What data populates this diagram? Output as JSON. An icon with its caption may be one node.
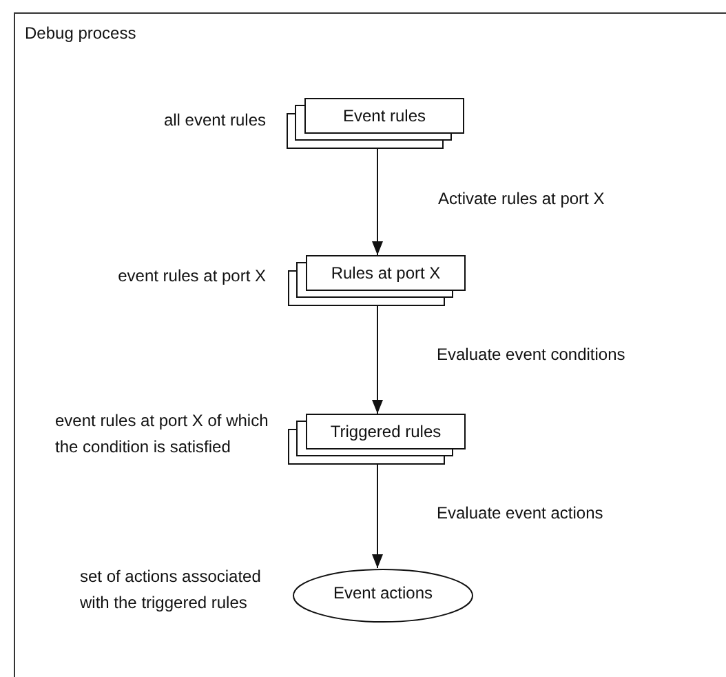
{
  "diagram": {
    "nodes": [
      {
        "text": [
          "Debug process"
        ]
      },
      {
        "text": [
          "Event rules"
        ],
        "in": 0,
        "beside": [
          "all event rules"
        ]
      },
      {
        "text": [
          "Rules at port X"
        ],
        "in": 0,
        "beside": [
          "event rules at port X"
        ]
      },
      {
        "text": [
          "Triggered rules"
        ],
        "in": 0,
        "beside": [
          "event rules at port X of which the condition is satisfied"
        ]
      },
      {
        "text": [
          "Event actions"
        ],
        "in": 0,
        "beside": [
          "set of actions associated with the triggered rules"
        ]
      }
    ],
    "edges": [
      {
        "from": 1,
        "to": 2,
        "arrow": "to",
        "label": "Activate rules at port X"
      },
      {
        "from": 2,
        "to": 3,
        "arrow": "to",
        "label": "Evaluate event conditions"
      },
      {
        "from": 3,
        "to": 4,
        "arrow": "to",
        "label": "Evaluate event actions"
      }
    ]
  }
}
